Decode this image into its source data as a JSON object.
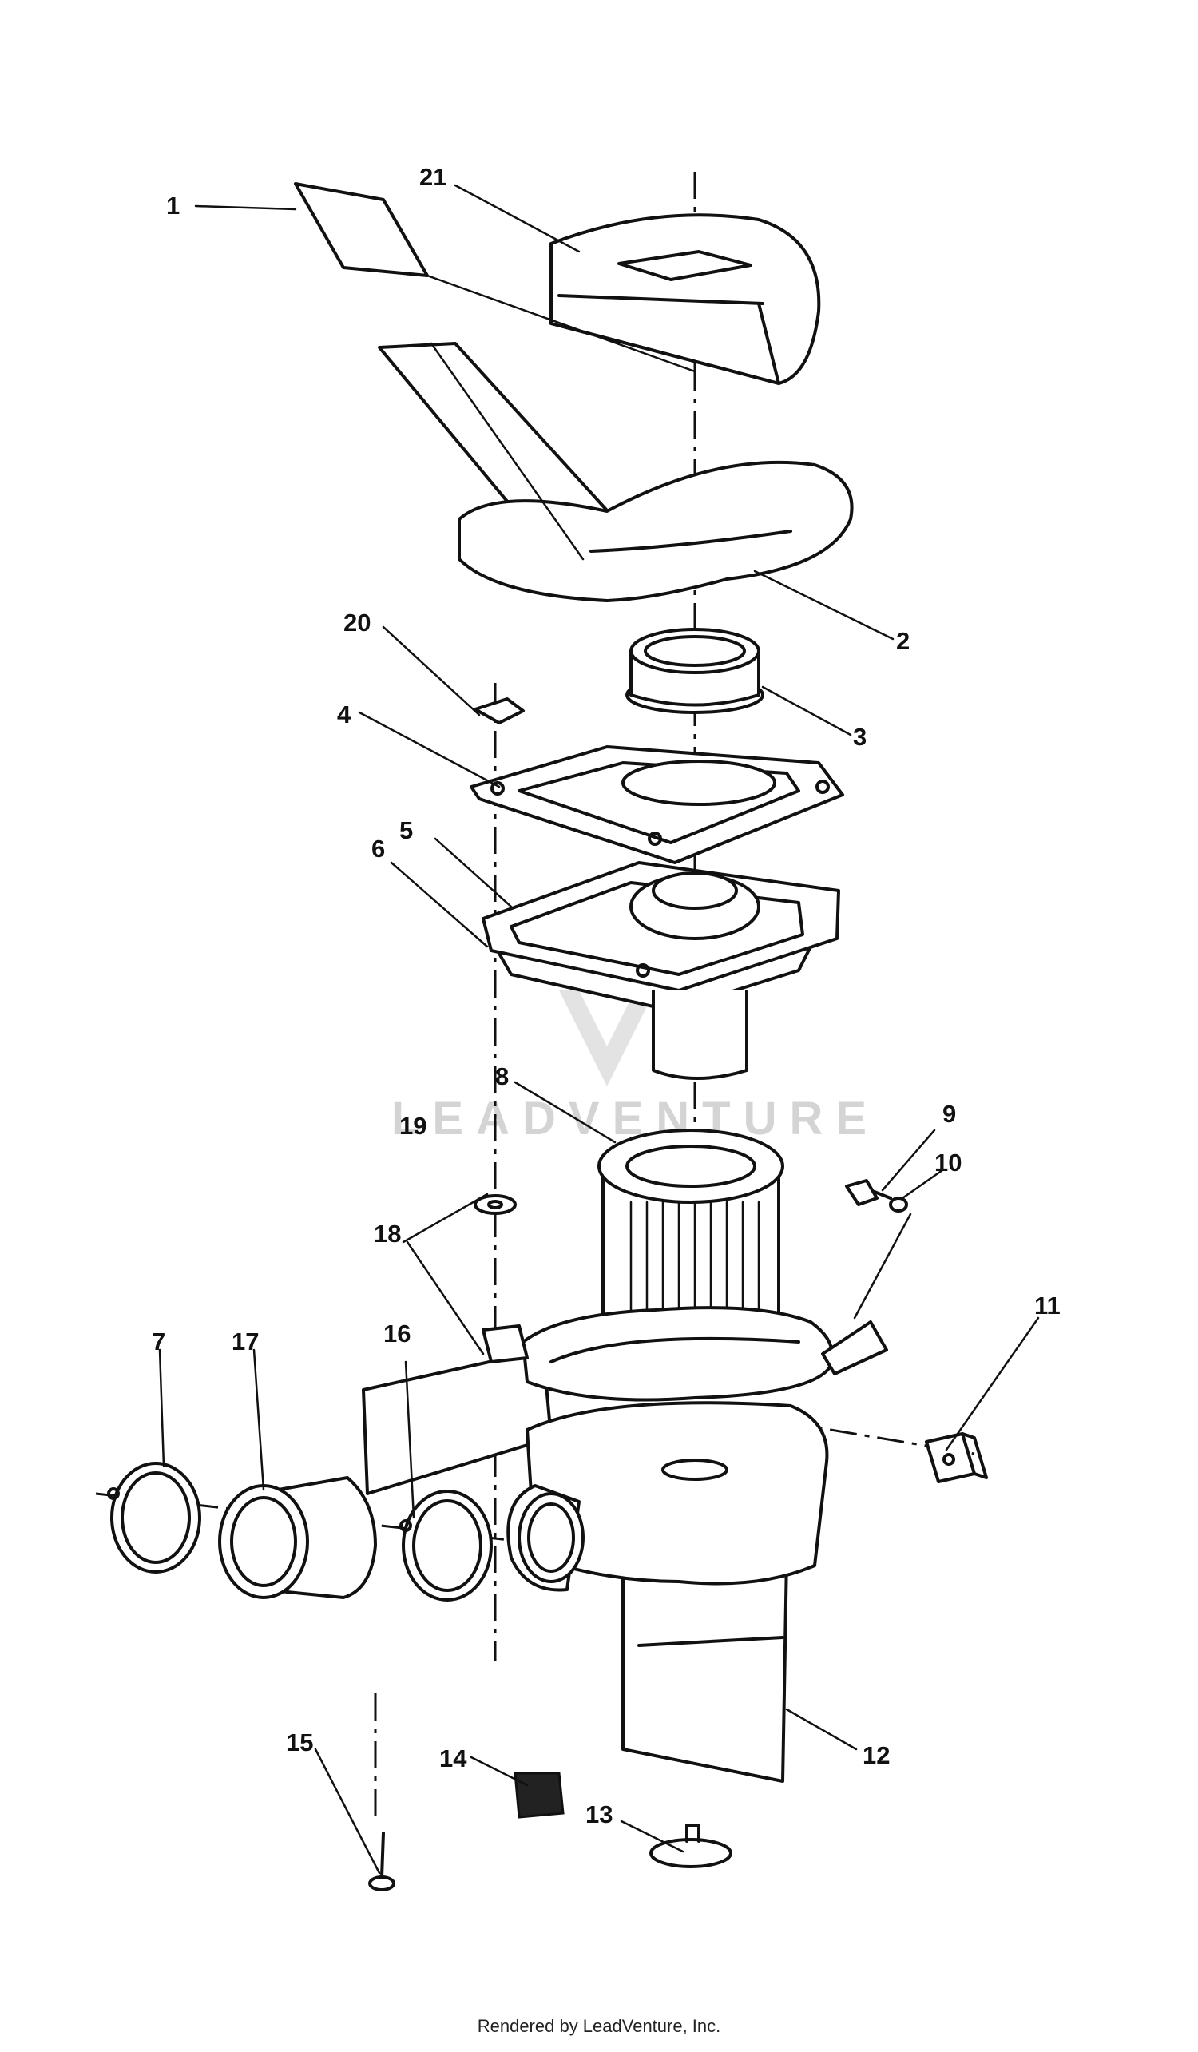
{
  "callouts": [
    "1",
    "2",
    "3",
    "4",
    "5",
    "6",
    "7",
    "8",
    "9",
    "10",
    "11",
    "12",
    "13",
    "14",
    "15",
    "16",
    "17",
    "18",
    "19",
    "20",
    "21"
  ],
  "watermark": "LEADVENTURE",
  "footer": "Rendered by LeadVenture, Inc."
}
